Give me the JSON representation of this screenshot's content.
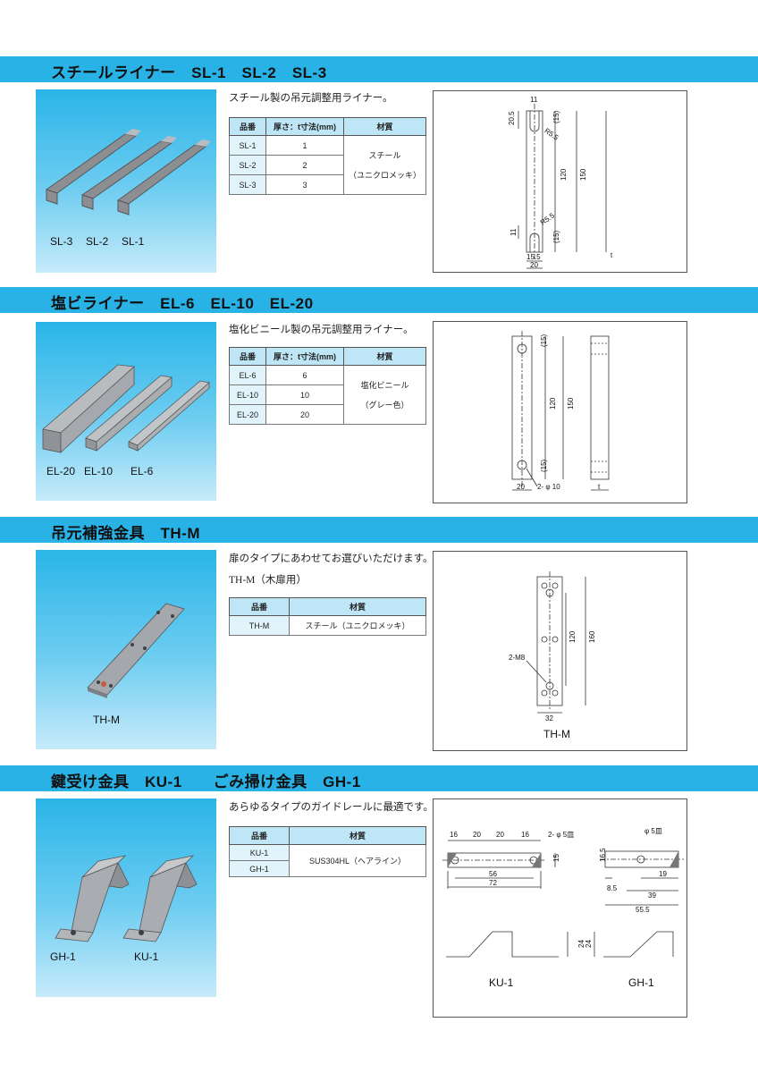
{
  "sections": [
    {
      "title": "スチールライナー　SL-1　SL-2　SL-3",
      "photo_labels": [
        "SL-3",
        "SL-2",
        "SL-1"
      ],
      "description": "スチール製の吊元調整用ライナー。",
      "table_headers": [
        "品番",
        "厚さ：t寸法(mm)",
        "材質"
      ],
      "rows": [
        [
          "SL-1",
          "1"
        ],
        [
          "SL-2",
          "2"
        ],
        [
          "SL-3",
          "3"
        ]
      ],
      "material_lines": [
        "スチール",
        "（ユニクロメッキ）"
      ],
      "dims": [
        "11",
        "20.5",
        "(15)",
        "R5.5",
        "120",
        "150",
        "R5.5",
        "11",
        "(15)",
        "15.5",
        "20",
        "t"
      ]
    },
    {
      "title": "塩ビライナー　EL-6　EL-10　EL-20",
      "photo_labels": [
        "EL-20",
        "EL-10",
        "EL-6"
      ],
      "description": "塩化ビニール製の吊元調整用ライナー。",
      "table_headers": [
        "品番",
        "厚さ：t寸法(mm)",
        "材質"
      ],
      "rows": [
        [
          "EL-6",
          "6"
        ],
        [
          "EL-10",
          "10"
        ],
        [
          "EL-20",
          "20"
        ]
      ],
      "material_lines": [
        "塩化ビニール",
        "（グレー色）"
      ],
      "dims": [
        "(15)",
        "120",
        "150",
        "(15)",
        "20",
        "2- φ 10",
        "t"
      ]
    },
    {
      "title": "吊元補強金具　TH-M",
      "photo_labels": [
        "TH-M"
      ],
      "description": "扉のタイプにあわせてお選びいただけます。",
      "description2": "TH-M（木扉用）",
      "table_headers": [
        "品番",
        "材質"
      ],
      "rows": [
        [
          "TH-M",
          "スチール（ユニクロメッキ）"
        ]
      ],
      "dims": [
        "2-M8",
        "120",
        "160",
        "32"
      ],
      "caption": "TH-M"
    },
    {
      "title": "鍵受け金具　KU-1　　ごみ掃け金具　GH-1",
      "photo_labels": [
        "GH-1",
        "KU-1"
      ],
      "description": "あらゆるタイプのガイドレールに最適です。",
      "table_headers": [
        "品番",
        "材質"
      ],
      "rows": [
        [
          "KU-1"
        ],
        [
          "GH-1"
        ]
      ],
      "material": "SUS304HL（ヘアライン）",
      "dims_ku": [
        "16",
        "20",
        "20",
        "16",
        "2- φ 5皿",
        "15",
        "56",
        "72",
        "24"
      ],
      "dims_gh": [
        "φ 5皿",
        "16.5",
        "19",
        "8.5",
        "39",
        "55.5",
        "24"
      ],
      "captions": [
        "KU-1",
        "GH-1"
      ]
    }
  ]
}
